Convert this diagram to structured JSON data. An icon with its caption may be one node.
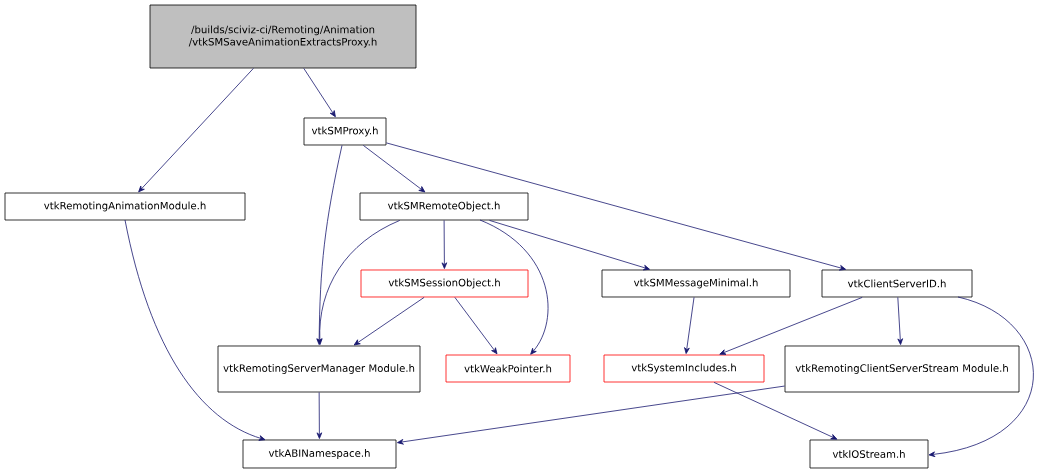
{
  "diagram": {
    "nodes": [
      {
        "text": [
          "/builds/sciviz-ci/Remoting/Animation /vtkSMSaveAnimationExtractsProxy.h"
        ]
      },
      {
        "text": [
          "vtkSMProxy.h"
        ]
      },
      {
        "text": [
          "vtkRemotingAnimationModule.h"
        ]
      },
      {
        "text": [
          "vtkSMRemoteObject.h"
        ]
      },
      {
        "text": [
          "vtkClientServerID.h"
        ]
      },
      {
        "text": [
          "vtkSMSessionObject.h"
        ]
      },
      {
        "text": [
          "vtkSMMessageMinimal.h"
        ]
      },
      {
        "text": [
          "vtkRemotingServerManager Module.h"
        ]
      },
      {
        "text": [
          "vtkWeakPointer.h"
        ]
      },
      {
        "text": [
          "vtkSystemIncludes.h"
        ]
      },
      {
        "text": [
          "vtkRemotingClientServerStream Module.h"
        ]
      },
      {
        "text": [
          "vtkABINamespace.h"
        ]
      },
      {
        "text": [
          "vtkIOStream.h"
        ]
      }
    ],
    "edges": [
      {
        "from": 0,
        "to": 1,
        "arrow": "to"
      },
      {
        "from": 0,
        "to": 2,
        "arrow": "to"
      },
      {
        "from": 1,
        "to": 3,
        "arrow": "to"
      },
      {
        "from": 1,
        "to": 7,
        "arrow": "to"
      },
      {
        "from": 1,
        "to": 4,
        "arrow": "to"
      },
      {
        "from": 2,
        "to": 11,
        "arrow": "to"
      },
      {
        "from": 3,
        "to": 5,
        "arrow": "to"
      },
      {
        "from": 3,
        "to": 8,
        "arrow": "to"
      },
      {
        "from": 3,
        "to": 7,
        "arrow": "to"
      },
      {
        "from": 3,
        "to": 6,
        "arrow": "to"
      },
      {
        "from": 4,
        "to": 9,
        "arrow": "to"
      },
      {
        "from": 4,
        "to": 10,
        "arrow": "to"
      },
      {
        "from": 4,
        "to": 12,
        "arrow": "to"
      },
      {
        "from": 5,
        "to": 7,
        "arrow": "to"
      },
      {
        "from": 5,
        "to": 8,
        "arrow": "to"
      },
      {
        "from": 6,
        "to": 9,
        "arrow": "to"
      },
      {
        "from": 7,
        "to": 11,
        "arrow": "to"
      },
      {
        "from": 9,
        "to": 12,
        "arrow": "to"
      },
      {
        "from": 10,
        "to": 11,
        "arrow": "to"
      }
    ]
  }
}
